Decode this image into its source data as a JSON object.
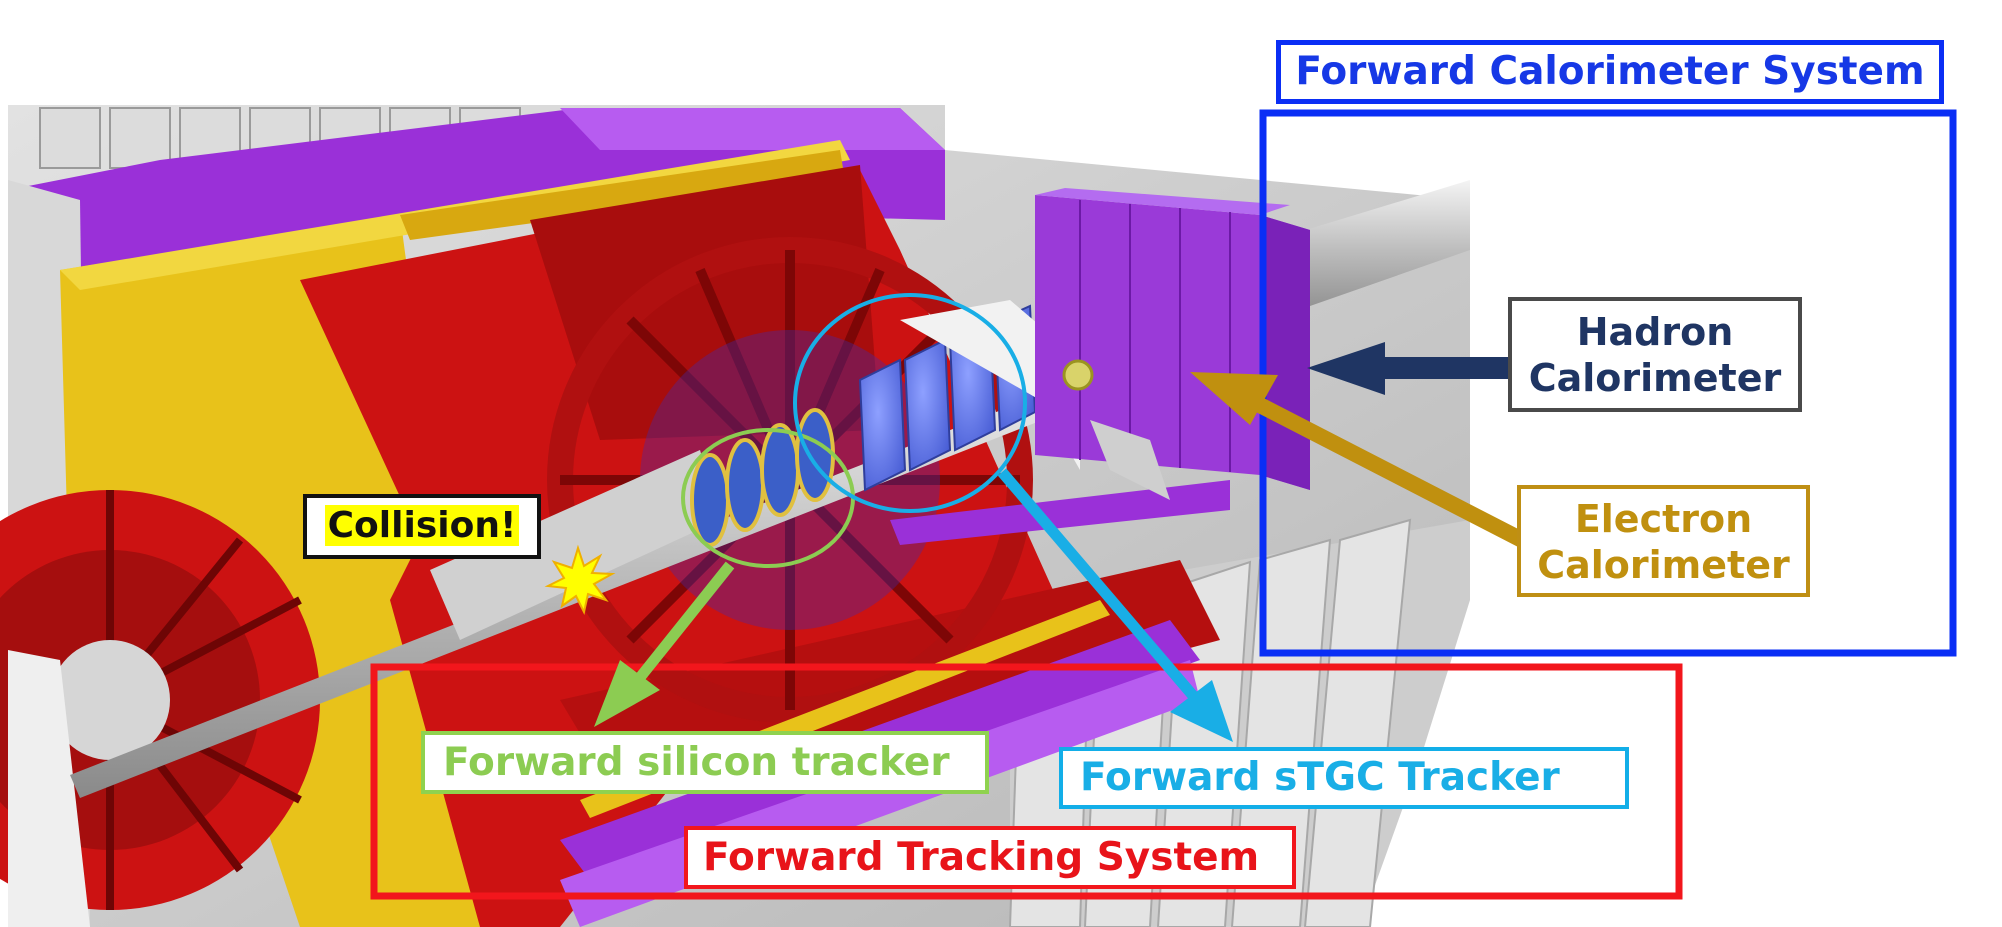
{
  "labels": {
    "forward_calorimeter_system": "Forward Calorimeter System",
    "hadron_calorimeter": [
      "Hadron",
      "Calorimeter"
    ],
    "electron_calorimeter": [
      "Electron",
      "Calorimeter"
    ],
    "collision": "Collision!",
    "forward_silicon_tracker": "Forward silicon tracker",
    "forward_stgc_tracker": "Forward sTGC Tracker",
    "forward_tracking_system": "Forward Tracking System"
  },
  "colors": {
    "calorimeter_system_frame": "#0a2ef5",
    "tracking_system_frame": "#f2161c",
    "hadron_calorimeter_arrow": "#1f3563",
    "electron_calorimeter_arrow": "#c0900f",
    "silicon_tracker_highlight": "#8ccc52",
    "stgc_tracker_highlight": "#19aee6",
    "collision_highlight": "#ffff00",
    "detector_red": "#cc1212",
    "detector_yellow": "#e8c21a",
    "detector_purple": "#8c2cc8",
    "detector_gray": "#c8c8c8",
    "module_violet": "#9a3ad8",
    "tracker_blue": "#5f78e8"
  }
}
